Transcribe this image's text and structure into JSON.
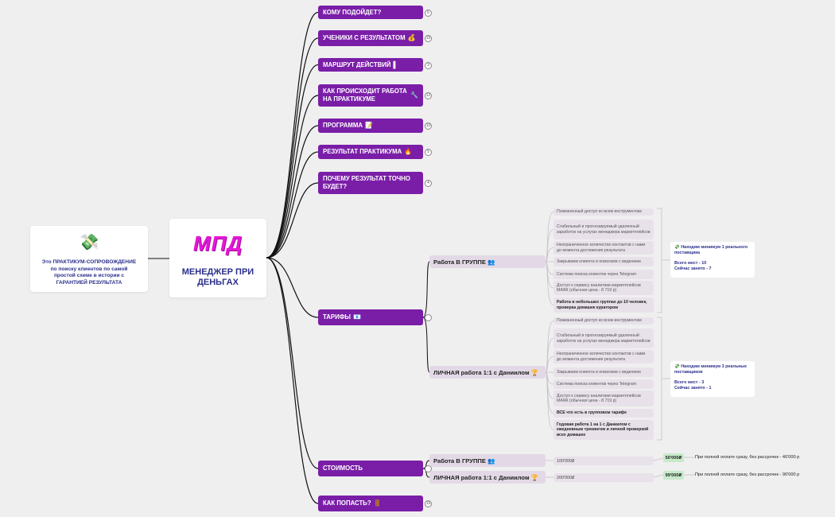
{
  "left_card": {
    "icon": "money-icon",
    "icon_glyph": "💸",
    "text": "Это ПРАКТИКУМ-СОПРОВОЖДЕНИЕ по поиску клиентов по самой простой схеме в истории с ГАРАНТИЕЙ РЕЗУЛЬТАТА"
  },
  "main_card": {
    "logo": "МПД",
    "title": "МЕНЕДЖЕР ПРИ ДЕНЬГАХ"
  },
  "branches": [
    {
      "label": "КОМУ ПОДОЙДЕТ?",
      "icon": "",
      "count": "6"
    },
    {
      "label": "УЧЕНИКИ С РЕЗУЛЬТАТОМ",
      "icon": "💰",
      "count": "15"
    },
    {
      "label": "МАРШРУТ ДЕЙСТВИЙ",
      "icon": "▌",
      "count": "3"
    },
    {
      "label": "КАК ПРОИСХОДИТ РАБОТА НА ПРАКТИКУМЕ",
      "icon": "🔧",
      "count": "12"
    },
    {
      "label": "ПРОГРАММА",
      "icon": "📝",
      "count": "10"
    },
    {
      "label": "РЕЗУЛЬТАТ ПРАКТИКУМА",
      "icon": "🔥",
      "count": "5"
    },
    {
      "label": "ПОЧЕМУ РЕЗУЛЬТАТ ТОЧНО БУДЕТ?",
      "icon": "",
      "count": "4"
    },
    {
      "label": "ТАРИФЫ",
      "icon": "📧",
      "count": ""
    },
    {
      "label": "СТОИМОСТЬ",
      "icon": "",
      "count": ""
    },
    {
      "label": "КАК ПОПАСТЬ?",
      "icon": "🚪",
      "count": "15"
    }
  ],
  "tariffs": {
    "group": {
      "label": "Работа В ГРУППЕ 👥",
      "features": [
        "Пожизненный доступ ко всем инструментам",
        "Стабильный и прогнозируемый удаленный заработок на услугах менеджера маркетплейсов",
        "Неограниченное количество контактов с нами до момента достижения результата",
        "Закрываем клиента и помогаем с ведением",
        "Система поиска клиентов через Telegram",
        "Доступ к сервису аналитики маркетплейсов МАЯК (обычная цена - 8 719 р)",
        "Работа в небольших группах до 10 человек, проверка домашек куратором"
      ],
      "note": {
        "headline": "💸 Находим минимум 1 реального поставщика",
        "seats": "Всего мест - 10",
        "taken": "Сейчас занято - 7"
      }
    },
    "personal": {
      "label": "ЛИЧНАЯ работа 1:1 с Даниилом 🏆",
      "features": [
        "Пожизненный доступ ко всем инструментам",
        "Стабильный и прогнозируемый удаленный заработок на услугах менеджера маркетплейсов",
        "Неограниченное количество контактов с нами до момента достижения результата",
        "Закрываем клиента и помогаем с ведением",
        "Система поиска клиентов через Telegram",
        "Доступ к сервису аналитики маркетплейсов МАЯК (обычная цена - 8 719 р)",
        "ВСЕ что есть в групповом тарифе",
        "Годовая работа 1 на 1 с Даниилом с ежедневным трекингом и личной проверкой всех домашек"
      ],
      "note": {
        "headline": "💸 Находим минимум 3 реальных поставщиков",
        "seats": "Всего мест - 3",
        "taken": "Сейчас занято - 1"
      }
    }
  },
  "cost": {
    "group": {
      "label": "Работа В ГРУППЕ 👥",
      "price": "100'000₽",
      "discount": "50'000₽",
      "discount_note": "При полной оплате сразу, без рассрочек - 40'000 р"
    },
    "personal": {
      "label": "ЛИЧНАЯ работа 1:1 с Даниилом 🏆",
      "price": "200'000₽",
      "discount": "99'000₽",
      "discount_note": "При полной оплате сразу, без рассрочек - 90'000 р"
    }
  },
  "colors": {
    "branch": "#7a1ea8",
    "logo": "#e616d6",
    "title": "#2b2f8c",
    "connector": "#111111",
    "subconnector": "#c9bfcc"
  }
}
